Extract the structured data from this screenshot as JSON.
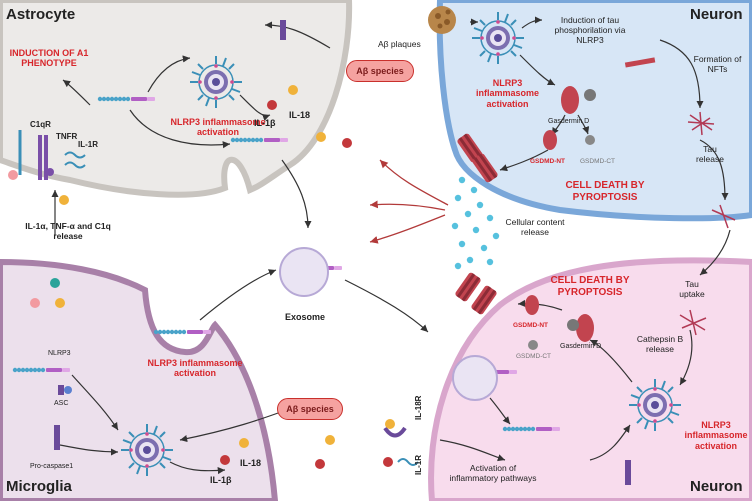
{
  "colors": {
    "astrocyte_fill": "#eceae8",
    "astrocyte_border": "#c8c4bf",
    "neuron_top_fill": "#d7e6f6",
    "neuron_top_border": "#7aa7d9",
    "neuron_bottom_fill": "#f8dced",
    "neuron_bottom_border": "#d9a6cc",
    "microglia_fill": "#ece0ec",
    "microglia_border": "#a880a8",
    "accent_red": "#d7262b",
    "arrow_dark": "#333333",
    "arrow_red": "#b23a3a"
  },
  "regions": {
    "astrocyte": "Astrocyte",
    "neuron_top": "Neuron",
    "microglia": "Microglia",
    "neuron_bottom": "Neuron"
  },
  "labels": {
    "induction_a1": "INDUCTION OF A1 PHENOTYPE",
    "nlrp3_activation": "NLRP3 inflammasome activation",
    "il18": "IL-18",
    "il1b": "IL-1β",
    "ab_species": "Aβ species",
    "ab_plaques": "Aβ plaques",
    "c1qr": "C1qR",
    "tnfr": "TNFR",
    "il1r": "IL-1R",
    "il_release": "IL-1α, TNF-α and C1q release",
    "exosome": "Exosome",
    "induction_tau": "Induction of tau phosphorilation via NLRP3",
    "formation_nfts": "Formation of NFTs",
    "tau_release": "Tau release",
    "tau_uptake": "Tau uptake",
    "gasdermin_d": "Gasdermin D",
    "gsdmd_nt": "GSDMD-NT",
    "gsdmd_ct": "GSDMD-CT",
    "cell_death": "CELL DEATH BY PYROPTOSIS",
    "cellular_content": "Cellular content release",
    "cathepsin": "Cathepsin B release",
    "nlrp3": "NLRP3",
    "asc": "ASC",
    "pro_caspase": "Pro-caspase1",
    "activation_pathways": "Activation of inflammatory pathways",
    "il18r": "IL-18R",
    "il1r_vert": "IL-1R"
  }
}
